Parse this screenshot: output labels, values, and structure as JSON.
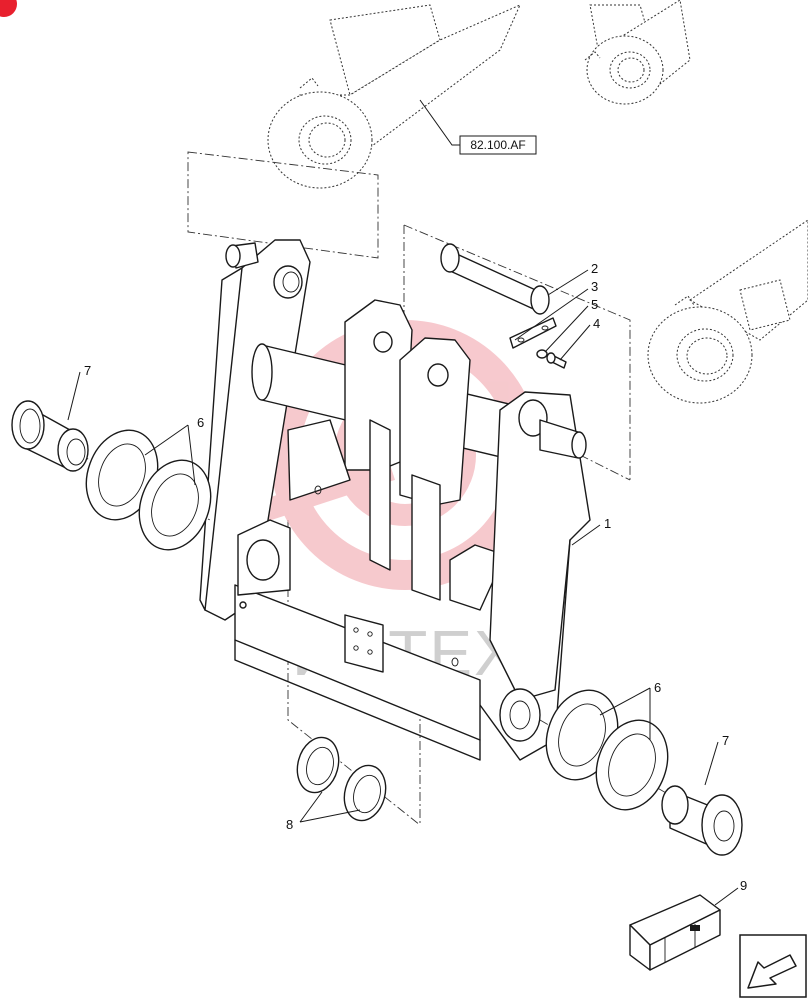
{
  "diagram": {
    "reference_label": "82.100.AF",
    "callouts": [
      {
        "id": "c1",
        "label": "1"
      },
      {
        "id": "c2",
        "label": "2"
      },
      {
        "id": "c3",
        "label": "3"
      },
      {
        "id": "c4",
        "label": "4"
      },
      {
        "id": "c5",
        "label": "5"
      },
      {
        "id": "c6a",
        "label": "6"
      },
      {
        "id": "c6b",
        "label": "6"
      },
      {
        "id": "c7a",
        "label": "7"
      },
      {
        "id": "c7b",
        "label": "7"
      },
      {
        "id": "c8",
        "label": "8"
      },
      {
        "id": "c9",
        "label": "9"
      }
    ],
    "watermark": "ИНТЕХ",
    "colors": {
      "line": "#1a1a1a",
      "watermark_logo": "#f4b7bd",
      "corner_badge": "#e8202e"
    }
  }
}
